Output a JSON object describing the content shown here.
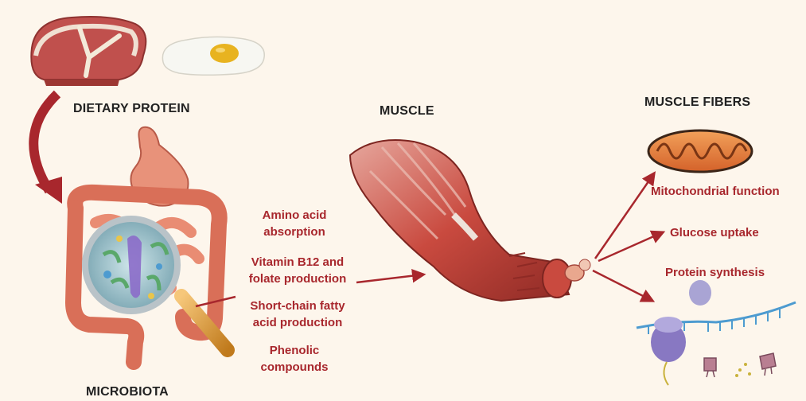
{
  "labels": {
    "dietary_protein": "DIETARY PROTEIN",
    "microbiota": "MICROBIOTA",
    "muscle": "MUSCLE",
    "muscle_fibers": "MUSCLE FIBERS"
  },
  "microbiota_outputs": [
    {
      "line1": "Amino acid",
      "line2": "absorption"
    },
    {
      "line1": "Vitamin B12 and",
      "line2": "folate production"
    },
    {
      "line1": "Short-chain fatty",
      "line2": "acid production"
    },
    {
      "line1": "Phenolic",
      "line2": "compounds"
    }
  ],
  "fiber_effects": {
    "mitochondrial": "Mitochondrial function",
    "glucose": "Glucose uptake",
    "protein": "Protein synthesis"
  },
  "colors": {
    "arrow_red": "#a8272d",
    "text_red": "#a8272d",
    "background": "#fdf6ec",
    "meat": "#c0504d",
    "intestine": "#e8927a",
    "muscle": "#c94a3f"
  }
}
